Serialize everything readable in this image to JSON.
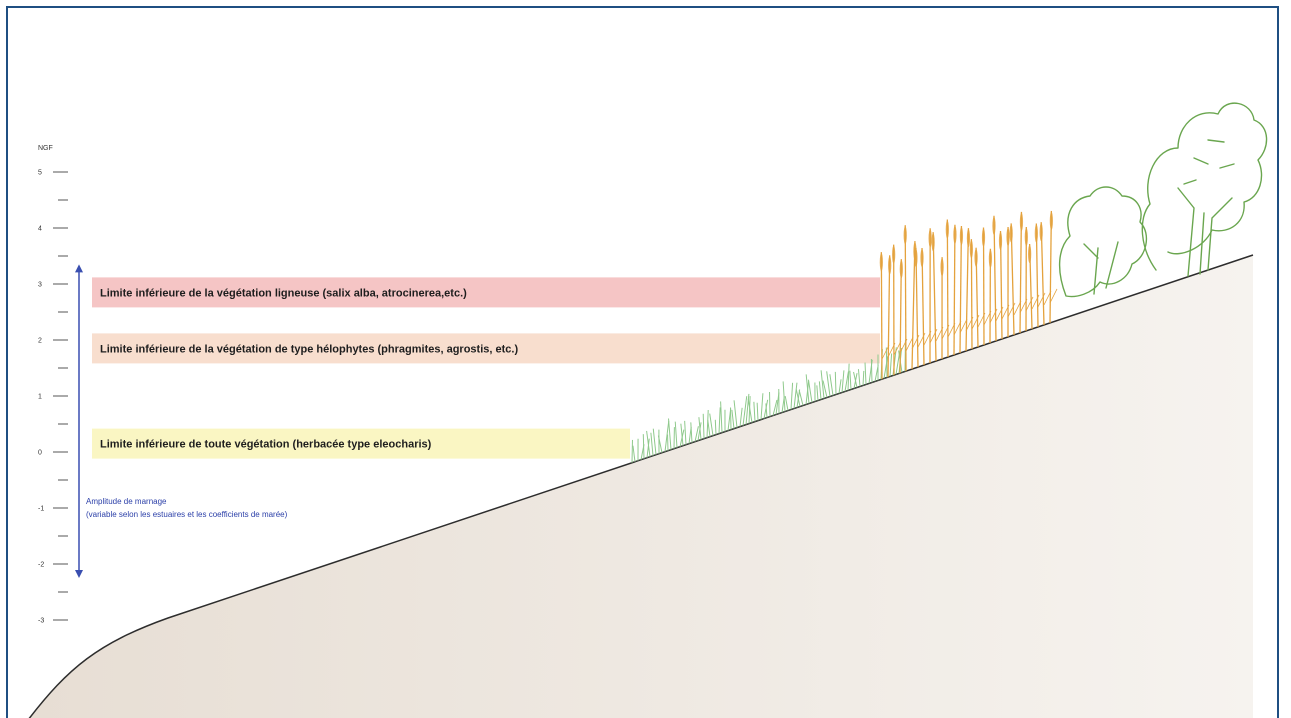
{
  "axis": {
    "unit_label": "NGF",
    "ticks": [
      {
        "value": 5,
        "label": "5"
      },
      {
        "value": 4,
        "label": "4"
      },
      {
        "value": 3,
        "label": "3"
      },
      {
        "value": 2,
        "label": "2"
      },
      {
        "value": 1,
        "label": "1"
      },
      {
        "value": 0,
        "label": "0"
      },
      {
        "value": -1,
        "label": "-1"
      },
      {
        "value": -2,
        "label": "-2"
      },
      {
        "value": -3,
        "label": "-3"
      }
    ]
  },
  "bands": [
    {
      "text": "Limite inférieure de la végétation ligneuse (salix alba, atrocinerea,etc.)",
      "level": 2.85,
      "color": "#f4c2c2"
    },
    {
      "text": "Limite inférieure de la végétation de type hélophytes (phragmites, agrostis, etc.)",
      "level": 1.85,
      "color": "#f8dccb"
    },
    {
      "text": "Limite inférieure de toute végétation (herbacée type eleocharis)",
      "level": 0.15,
      "color": "#faf5c0"
    }
  ],
  "tidal_range": {
    "line1": "Amplitude de marnage",
    "line2": "(variable selon les estuaires et les coefficients de marée)",
    "top": 3.35,
    "bottom": -2.25,
    "color": "#3a4fb0"
  },
  "colors": {
    "ground": "#e9e2da",
    "slope": "#2d2d2d",
    "grass": "#8fc98c",
    "reeds": "#e4a23d",
    "trees": "#6aa64f",
    "frame": "#1f4f82"
  }
}
